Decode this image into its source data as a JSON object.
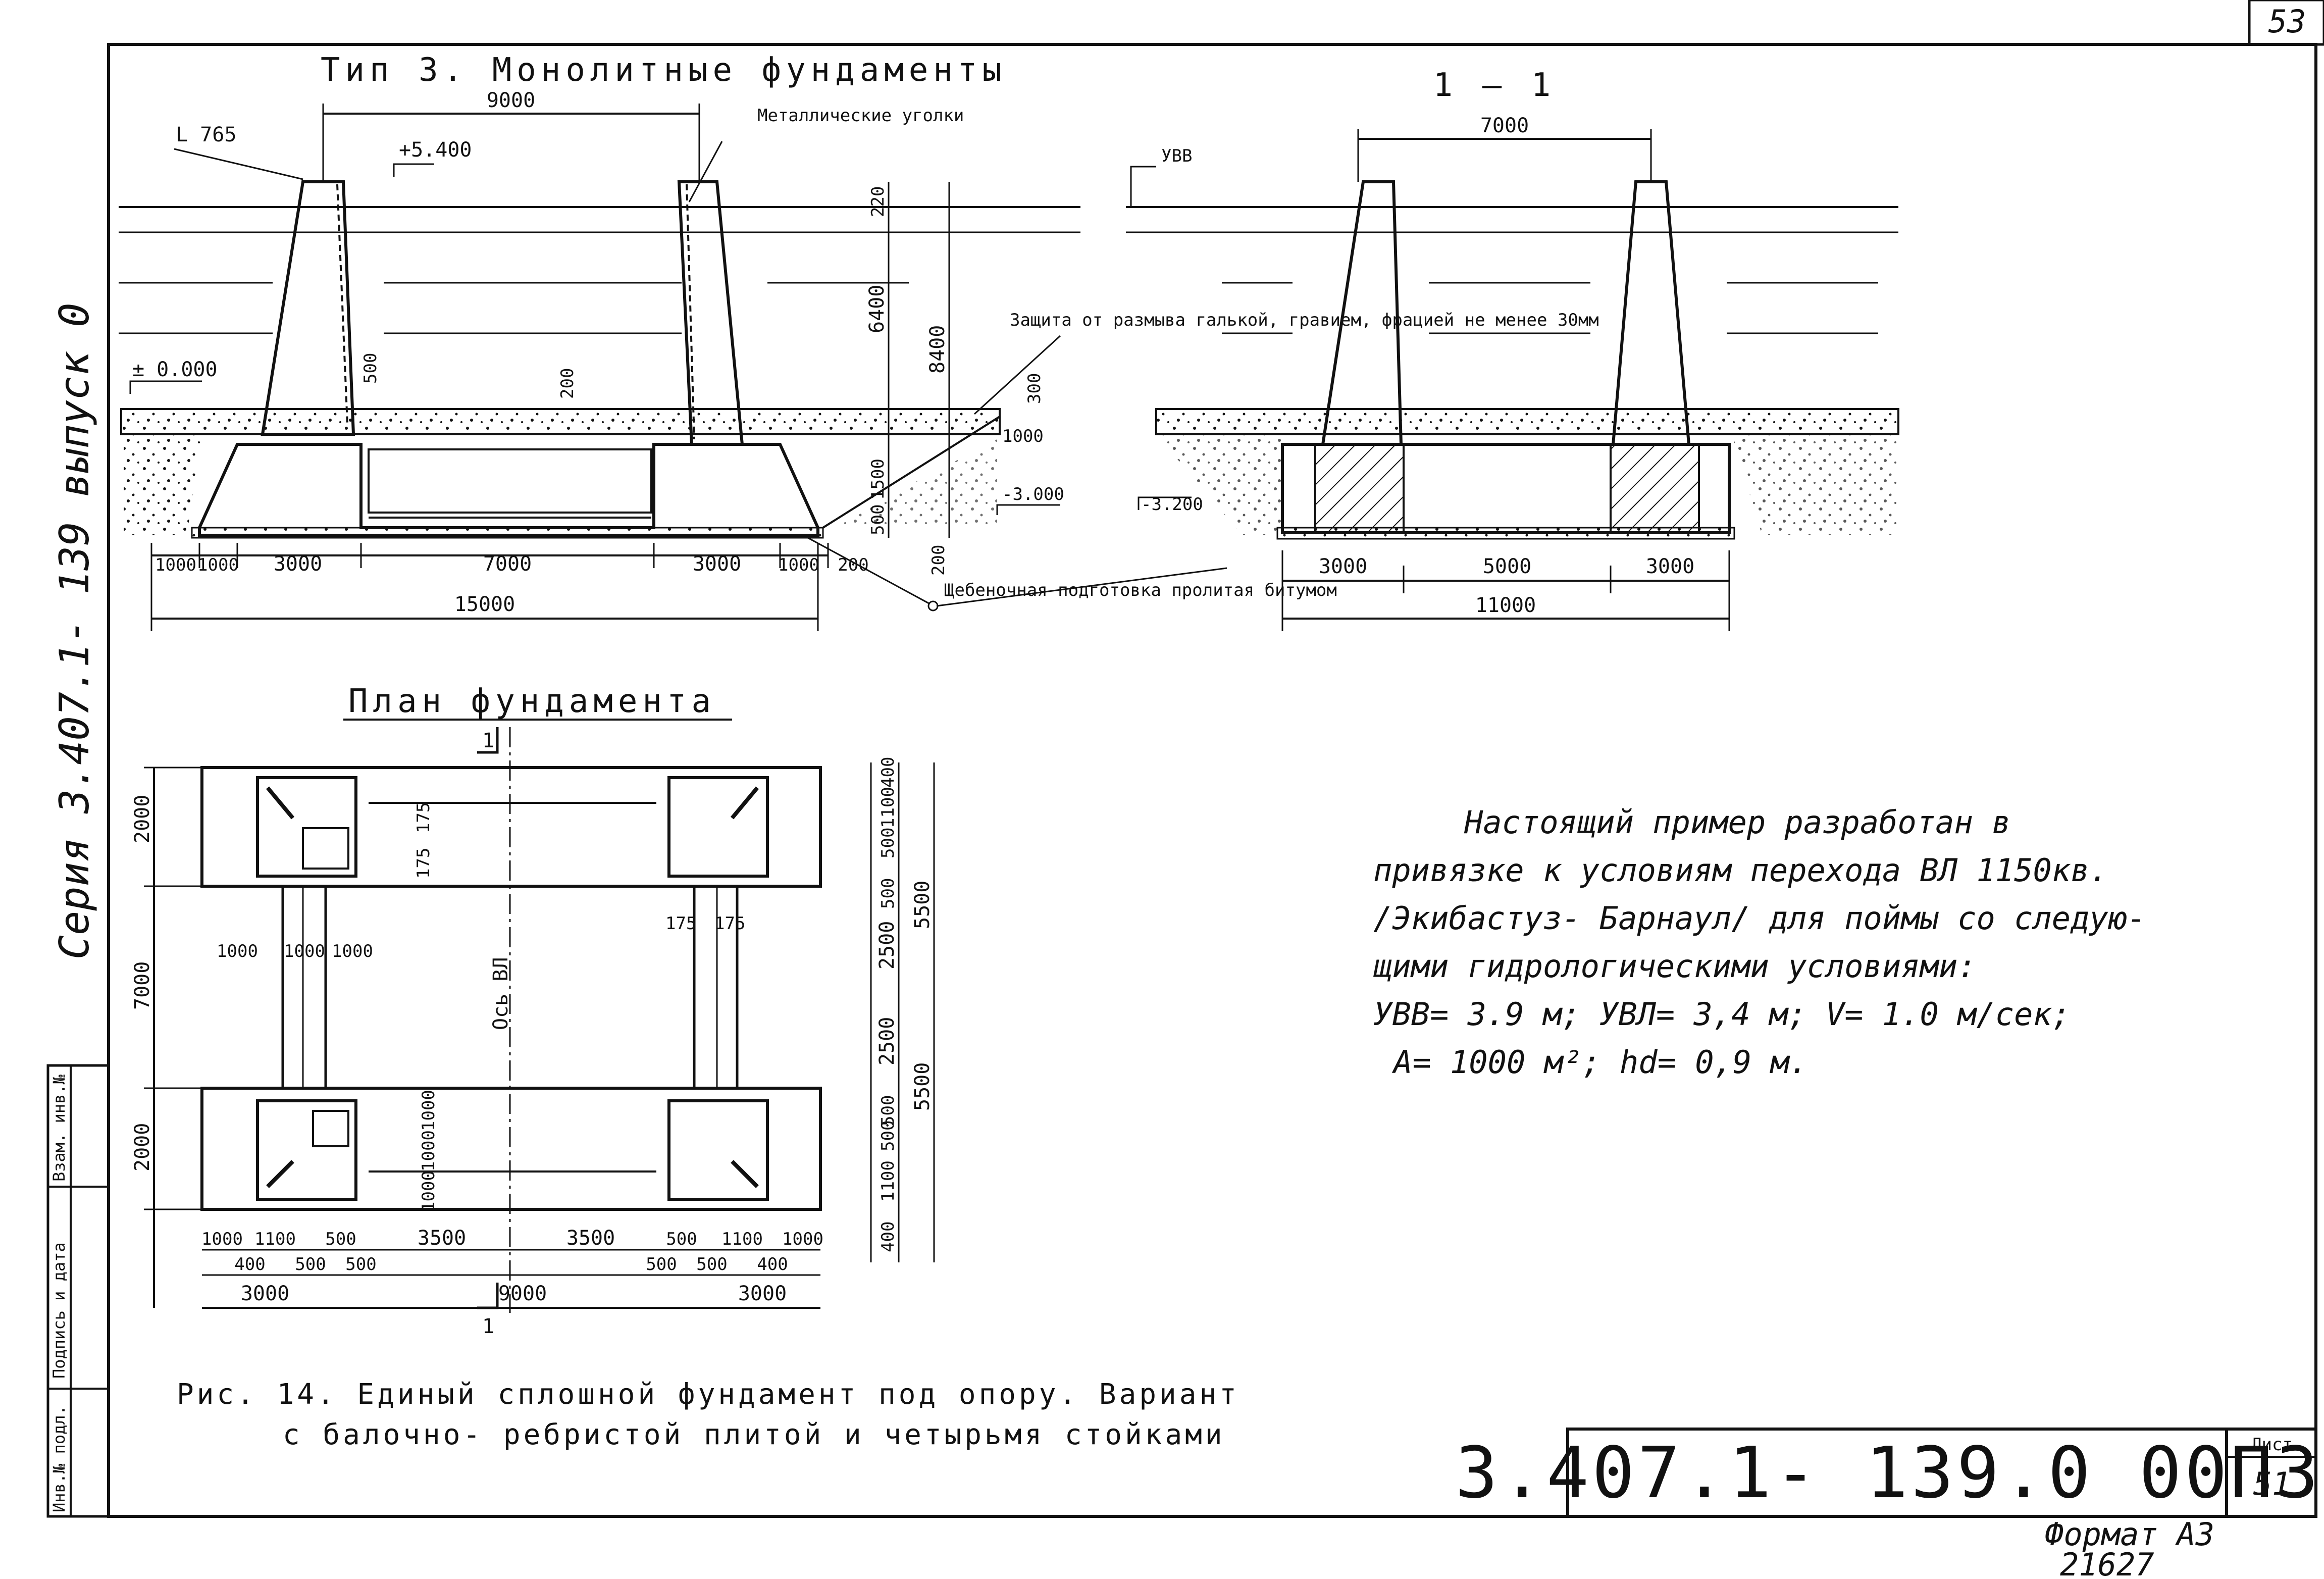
{
  "page": {
    "sheet_number": "53",
    "sheet_label": "Лист",
    "sheet_value": "51"
  },
  "titles": {
    "main": "Тип 3. Монолитные фундаменты",
    "section": "1 — 1",
    "plan": "План фундамента"
  },
  "elevation": {
    "labels": {
      "angle": "L 765",
      "corners": "Металлические уголки",
      "mark_top": "+5.400",
      "mark_zero": "± 0.000",
      "mark_minus3": "-3.000",
      "mark_minus32": "-3.200",
      "uvv": "УВВ",
      "protection": "Защита от размыва галькой, гравием, фрацией не менее 30мм",
      "gravel": "Щебеночная подготовка пролитая битумом"
    },
    "dims_top": [
      "9000"
    ],
    "dims_vert": [
      "220",
      "6400",
      "8400",
      "500",
      "200",
      "300",
      "1000",
      "1500",
      "500",
      "200"
    ],
    "dims_bottom": [
      "1000",
      "1000",
      "3000",
      "7000",
      "3000",
      "1000",
      "200"
    ],
    "total": "15000"
  },
  "section": {
    "dim_top": "7000",
    "dims_bottom": [
      "3000",
      "5000",
      "3000"
    ],
    "total": "11000"
  },
  "plan": {
    "axis": "Ось ВЛ",
    "cut": "1",
    "dims_left": [
      "2000",
      "7000",
      "2000"
    ],
    "dims_right": [
      "400",
      "1100",
      "500",
      "500",
      "2500",
      "2500",
      "500",
      "500",
      "1100",
      "400"
    ],
    "dims_right_outer": [
      "5500",
      "5500"
    ],
    "dims_inner_v": [
      "175",
      "175",
      "175",
      "175",
      "1000",
      "1000",
      "1000"
    ],
    "dims_inner_h": [
      "1000",
      "1000",
      "1000"
    ],
    "dims_bottom_1": [
      "1000",
      "1100",
      "500",
      "3500",
      "3500",
      "500",
      "1100",
      "1000"
    ],
    "dims_bottom_2": [
      "400",
      "500",
      "500",
      "500",
      "500",
      "400"
    ],
    "dims_bottom_3": [
      "3000",
      "9000",
      "3000"
    ]
  },
  "note": {
    "lines": [
      "Настоящий пример разработан в",
      "привязке к условиям перехода ВЛ 1150кв.",
      "/Экибастуз- Барнаул/ для поймы со следую-",
      "щими гидрологическими условиями:",
      "УВВ= 3.9 м;  УВЛ= 3,4 м;  V= 1.0 м/сек;",
      "А= 1000 м²;  hd= 0,9 м."
    ]
  },
  "caption": {
    "line1": "Рис. 14. Единый сплошной фундамент под опору. Вариант",
    "line2": "с балочно- ребристой плитой и четырьмя стойками"
  },
  "stamp": {
    "code": "3.407.1- 139.0  00ПЗ"
  },
  "side": {
    "series": "Серия 3.407.1- 139 выпуск 0",
    "boxes": [
      "Инв.№ подл.",
      "Подпись и дата",
      "Взам. инв.№"
    ]
  },
  "footer": {
    "format": "Формат А3",
    "number": "21627"
  }
}
